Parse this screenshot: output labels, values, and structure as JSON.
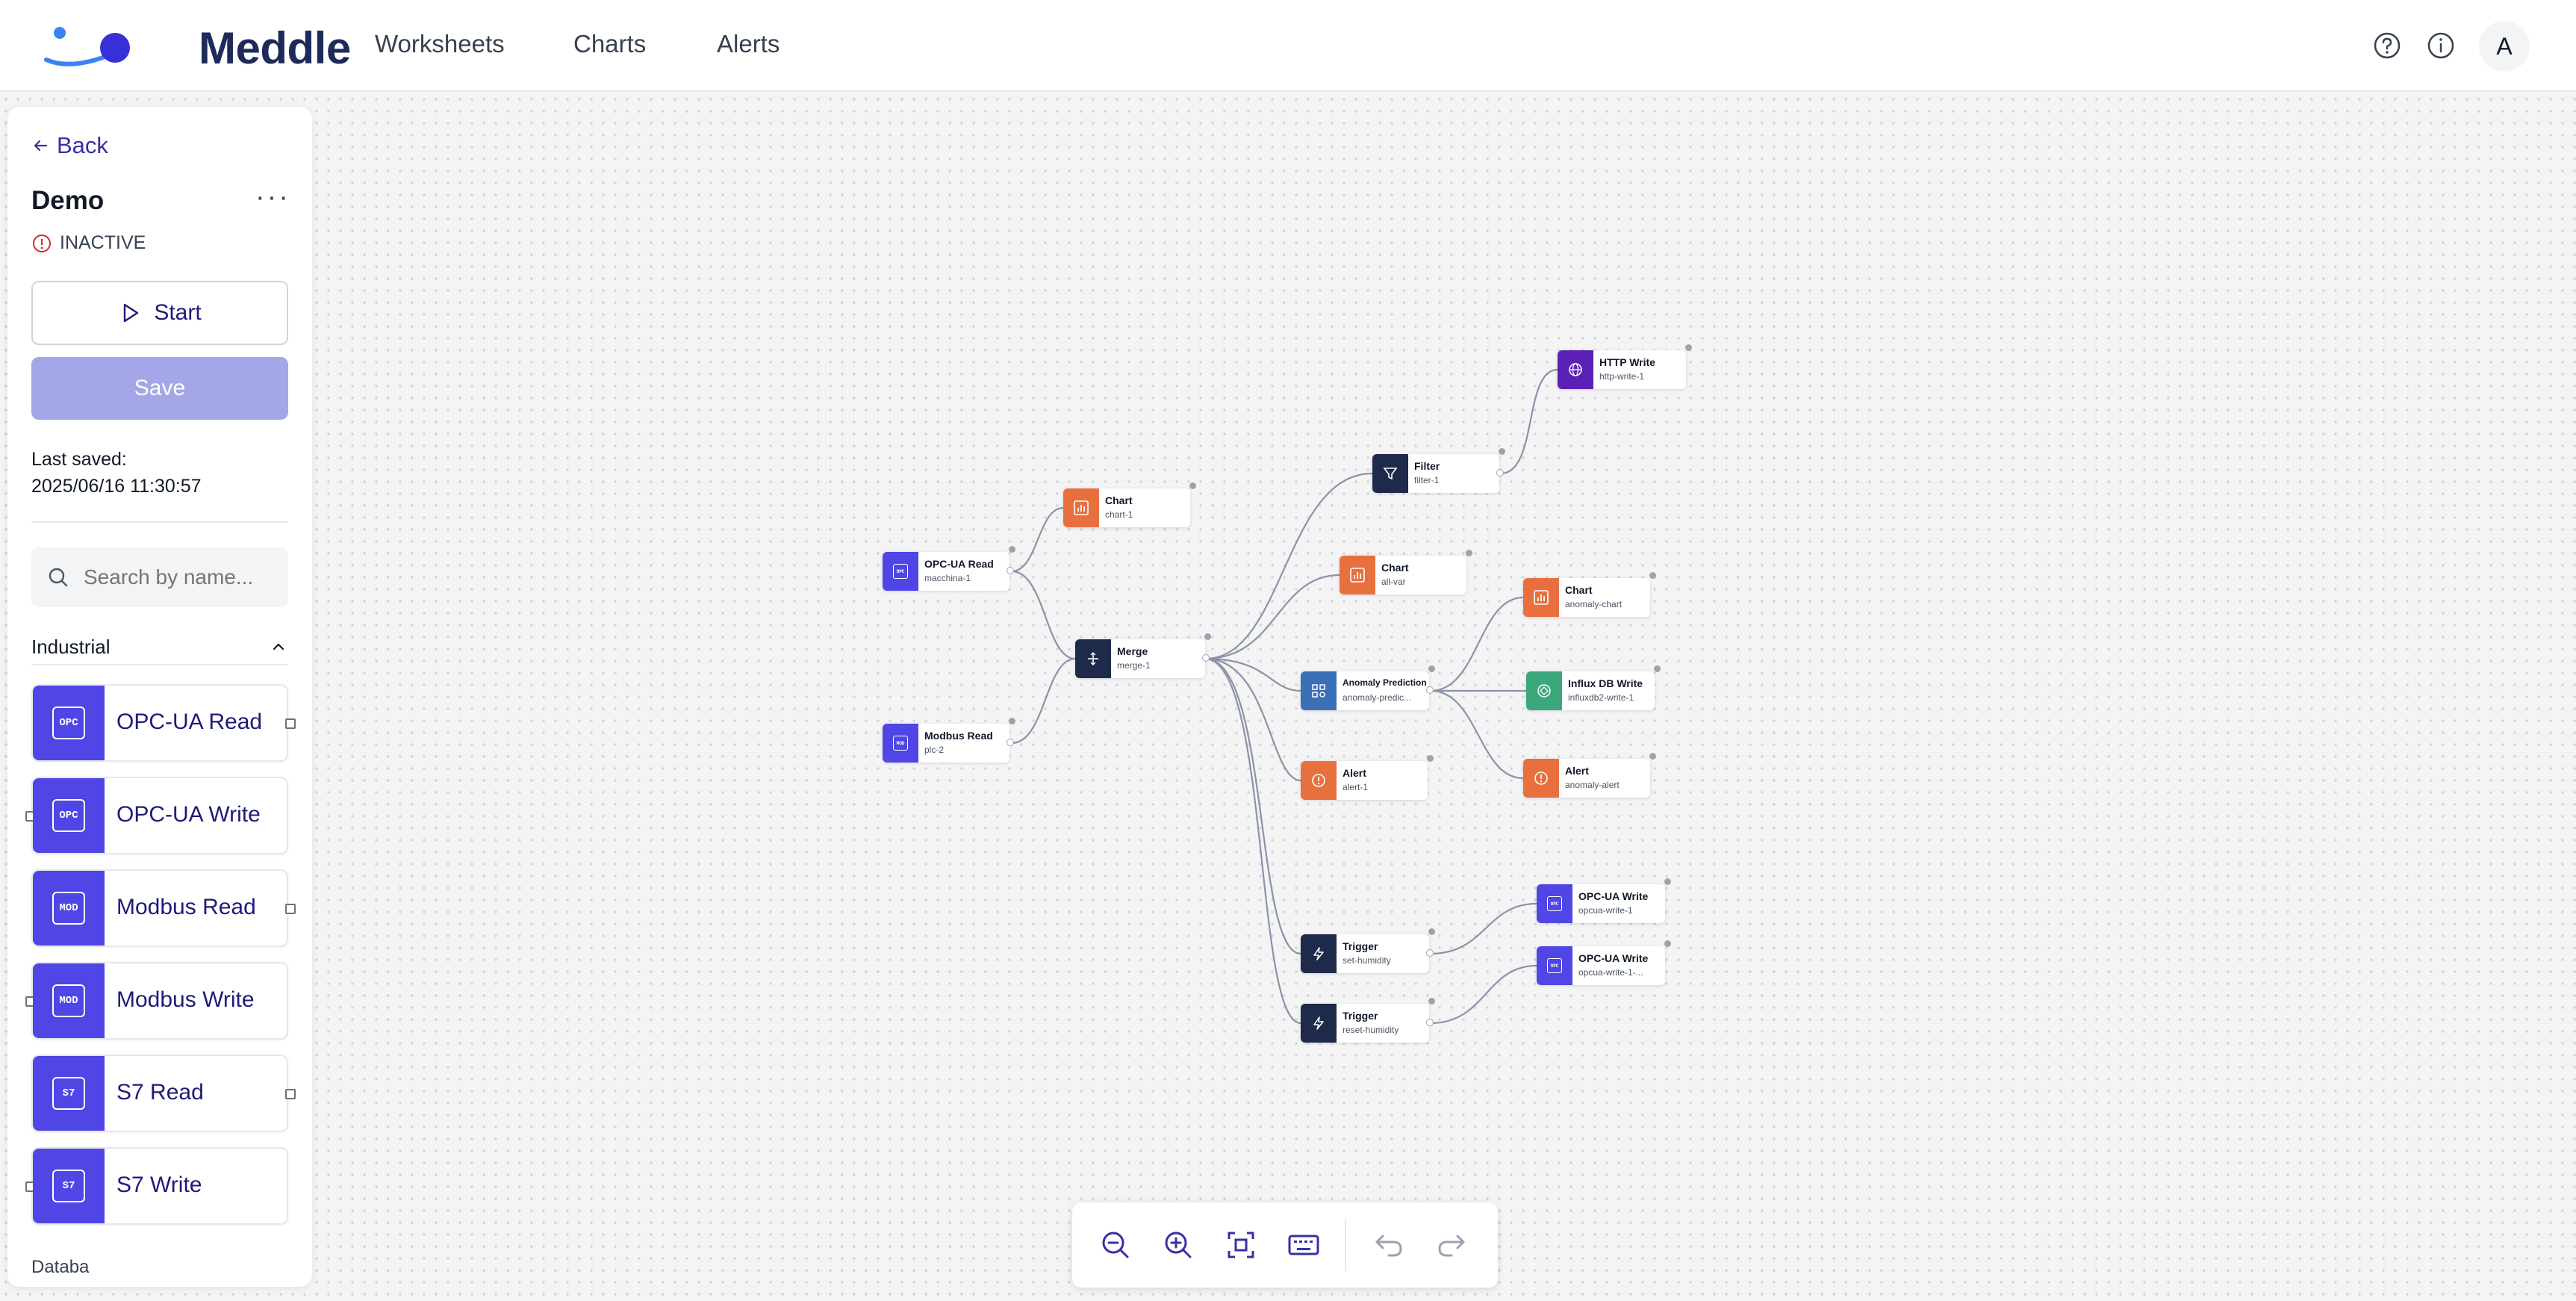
{
  "app": {
    "title": "Meddle",
    "nav": [
      "Worksheets",
      "Charts",
      "Alerts"
    ],
    "user_initial": "A"
  },
  "sidebar": {
    "back_label": "Back",
    "flow_name": "Demo",
    "more_label": "···",
    "status": "INACTIVE",
    "start_label": "Start",
    "save_label": "Save",
    "last_saved_label": "Last saved:",
    "last_saved_value": "2025/06/16 11:30:57",
    "search_placeholder": "Search by name...",
    "section": "Industrial",
    "next_section_partial": "Databa",
    "palette": [
      {
        "label": "OPC-UA Read",
        "badge": "OPC"
      },
      {
        "label": "OPC-UA Write",
        "badge": "OPC"
      },
      {
        "label": "Modbus Read",
        "badge": "MOD"
      },
      {
        "label": "Modbus Write",
        "badge": "MOD"
      },
      {
        "label": "S7 Read",
        "badge": "S7"
      },
      {
        "label": "S7 Write",
        "badge": "S7"
      }
    ]
  },
  "flow": {
    "nodes": [
      {
        "id": "opcua-read",
        "title": "OPC-UA Read",
        "sub": "macchina-1",
        "color": "#4f46e5",
        "icon": "opc-badge-icon"
      },
      {
        "id": "modbus-read",
        "title": "Modbus Read",
        "sub": "plc-2",
        "color": "#4f46e5",
        "icon": "mod-badge-icon"
      },
      {
        "id": "chart-1",
        "title": "Chart",
        "sub": "chart-1",
        "color": "#e8703f",
        "icon": "bar-chart-icon"
      },
      {
        "id": "merge",
        "title": "Merge",
        "sub": "merge-1",
        "color": "#1e2a4a",
        "icon": "merge-icon"
      },
      {
        "id": "filter",
        "title": "Filter",
        "sub": "filter-1",
        "color": "#1e2a4a",
        "icon": "filter-icon"
      },
      {
        "id": "http-write",
        "title": "HTTP Write",
        "sub": "http-write-1",
        "color": "#5b21b6",
        "icon": "globe-icon"
      },
      {
        "id": "chart-all",
        "title": "Chart",
        "sub": "all-var",
        "color": "#e8703f",
        "icon": "bar-chart-icon"
      },
      {
        "id": "anomaly",
        "title": "Anomaly Prediction",
        "sub": "anomaly-predic...",
        "color": "#3b6fb6",
        "icon": "anomaly-icon"
      },
      {
        "id": "chart-anomaly",
        "title": "Chart",
        "sub": "anomaly-chart",
        "color": "#e8703f",
        "icon": "bar-chart-icon"
      },
      {
        "id": "influx",
        "title": "Influx DB Write",
        "sub": "influxdb2-write-1",
        "color": "#3aa77c",
        "icon": "influx-icon"
      },
      {
        "id": "alert-1",
        "title": "Alert",
        "sub": "alert-1",
        "color": "#e8703f",
        "icon": "alert-icon"
      },
      {
        "id": "alert-anomaly",
        "title": "Alert",
        "sub": "anomaly-alert",
        "color": "#e8703f",
        "icon": "alert-icon"
      },
      {
        "id": "trigger-set",
        "title": "Trigger",
        "sub": "set-humidity",
        "color": "#1e2a4a",
        "icon": "lightning-icon"
      },
      {
        "id": "trigger-reset",
        "title": "Trigger",
        "sub": "reset-humidity",
        "color": "#1e2a4a",
        "icon": "lightning-icon"
      },
      {
        "id": "opcua-write-1",
        "title": "OPC-UA Write",
        "sub": "opcua-write-1",
        "color": "#4f46e5",
        "icon": "opc-badge-icon"
      },
      {
        "id": "opcua-write-2",
        "title": "OPC-UA Write",
        "sub": "opcua-write-1-...",
        "color": "#4f46e5",
        "icon": "opc-badge-icon"
      }
    ],
    "edges": [
      [
        "opcua-read",
        "chart-1"
      ],
      [
        "opcua-read",
        "merge"
      ],
      [
        "modbus-read",
        "merge"
      ],
      [
        "merge",
        "filter"
      ],
      [
        "merge",
        "chart-all"
      ],
      [
        "merge",
        "anomaly"
      ],
      [
        "merge",
        "alert-1"
      ],
      [
        "merge",
        "trigger-set"
      ],
      [
        "merge",
        "trigger-reset"
      ],
      [
        "filter",
        "http-write"
      ],
      [
        "anomaly",
        "chart-anomaly"
      ],
      [
        "anomaly",
        "influx"
      ],
      [
        "anomaly",
        "alert-anomaly"
      ],
      [
        "trigger-set",
        "opcua-write-1"
      ],
      [
        "trigger-reset",
        "opcua-write-2"
      ]
    ]
  },
  "toolbar": [
    "zoom-out",
    "zoom-in",
    "fit-view",
    "keyboard",
    "undo",
    "redo"
  ],
  "colors": {
    "brand": "#1e2a5a",
    "accent": "#4f46e5",
    "save_disabled": "#a5a6e8",
    "inactive": "#dc2626"
  }
}
